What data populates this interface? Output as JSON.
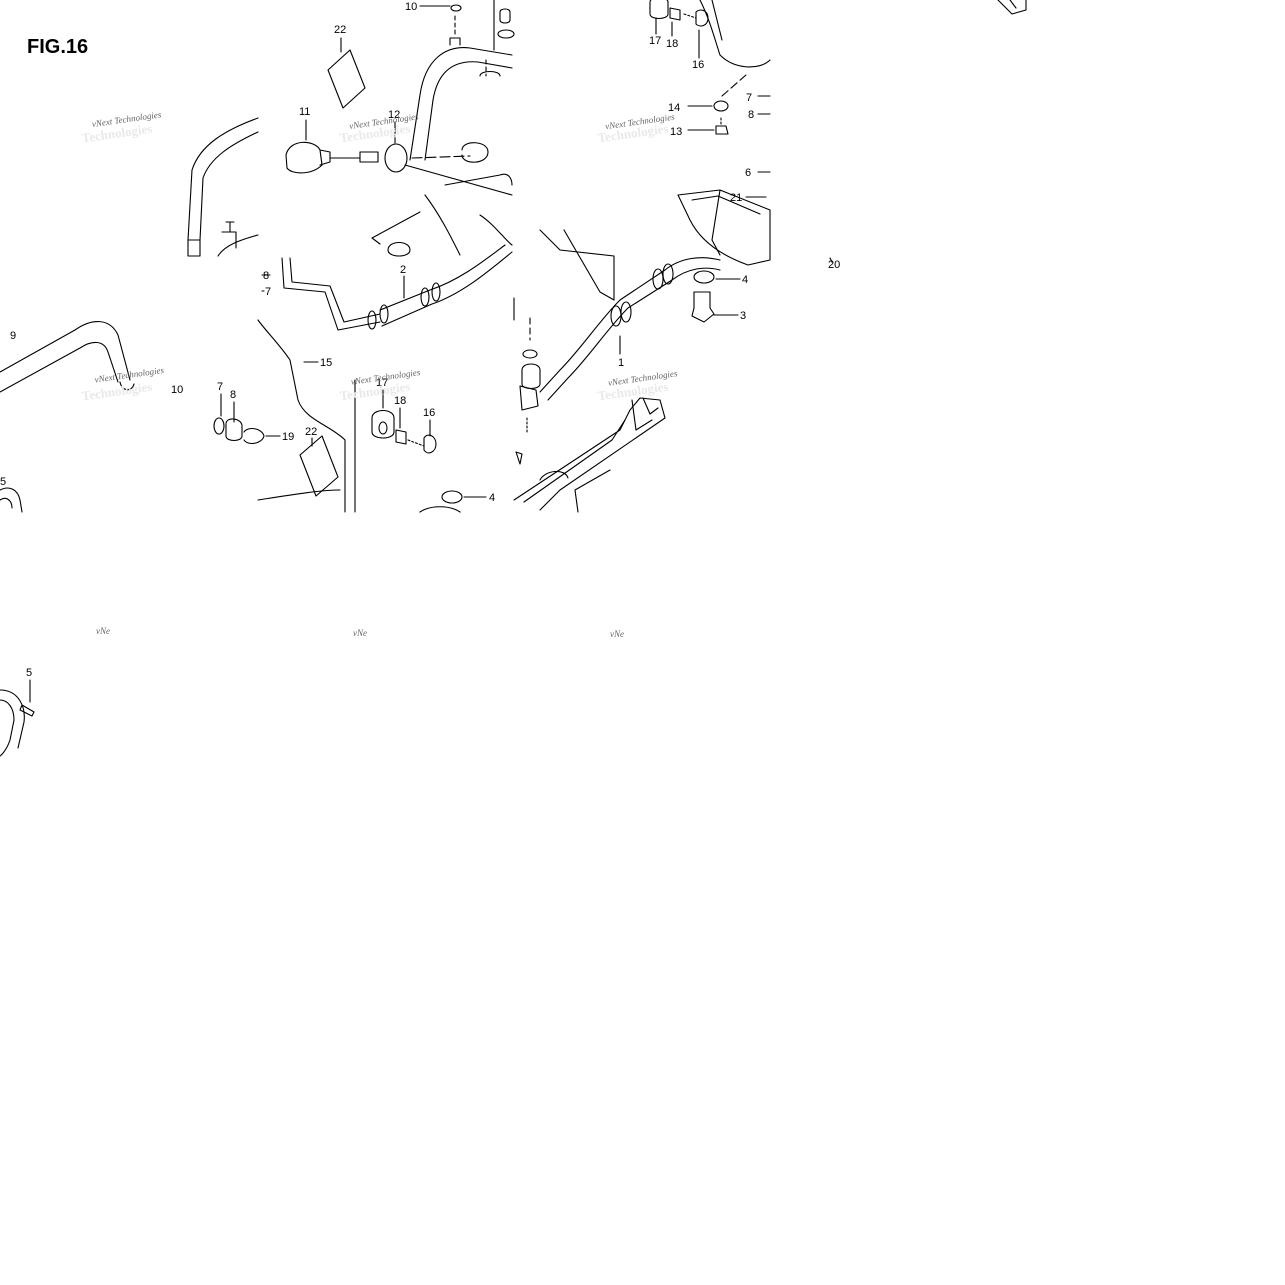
{
  "figure": {
    "title": "FIG.16"
  },
  "colors": {
    "line": "#000000",
    "background": "#ffffff",
    "watermark_light": "#e9e9e9",
    "watermark_dark": "#666666"
  },
  "watermark": {
    "line1": "vNext Technologies",
    "line2": "Technologies",
    "cut": "vNe"
  },
  "callouts": [
    "1",
    "2",
    "3",
    "4",
    "5",
    "6",
    "7",
    "8",
    "9",
    "10",
    "11",
    "12",
    "13",
    "14",
    "15",
    "16",
    "17",
    "18",
    "19",
    "20",
    "21",
    "22"
  ]
}
